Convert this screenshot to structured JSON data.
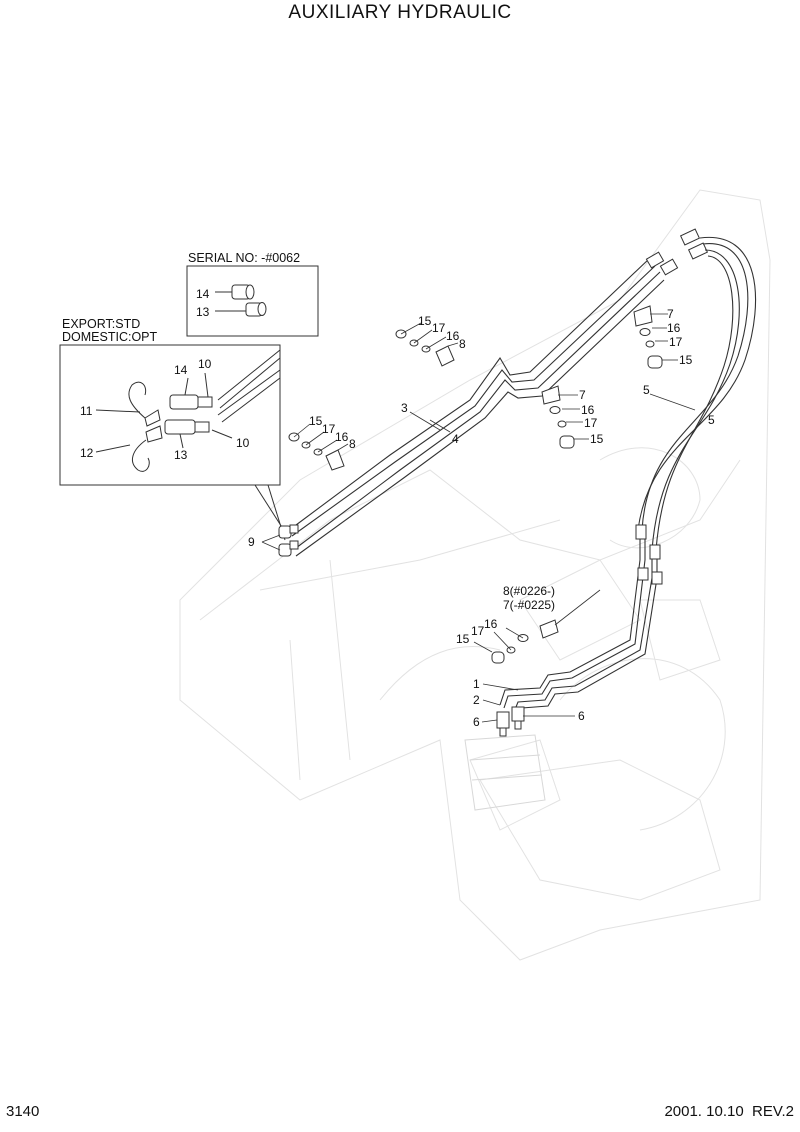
{
  "title": "AUXILIARY HYDRAULIC",
  "page_number": "3140",
  "revision": "2001. 10.10  REV.2",
  "serial_box": {
    "heading": "SERIAL NO: -#0062",
    "labels": [
      "14",
      "13"
    ]
  },
  "export_box": {
    "line1": "EXPORT:STD",
    "line2": "DOMESTIC:OPT",
    "labels": [
      "14",
      "10",
      "11",
      "12",
      "13",
      "10"
    ]
  },
  "callouts": {
    "c9": "9",
    "c3": "3",
    "c4": "4",
    "c5a": "5",
    "c5b": "5",
    "c1": "1",
    "c2": "2",
    "c6a": "6",
    "c6b": "6",
    "g1_15": "15",
    "g1_17": "17",
    "g1_16": "16",
    "g1_8": "8",
    "g2_15": "15",
    "g2_17": "17",
    "g2_16": "16",
    "g2_8": "8",
    "g3_7": "7",
    "g3_16": "16",
    "g3_17": "17",
    "g3_15": "15",
    "g4_7": "7",
    "g4_16": "16",
    "g4_17": "17",
    "g4_15": "15",
    "g5_15": "15",
    "g5_17": "17",
    "g5_16": "16",
    "g5_8": "8(#0226-)",
    "g5_7": "7(-#0225)"
  }
}
